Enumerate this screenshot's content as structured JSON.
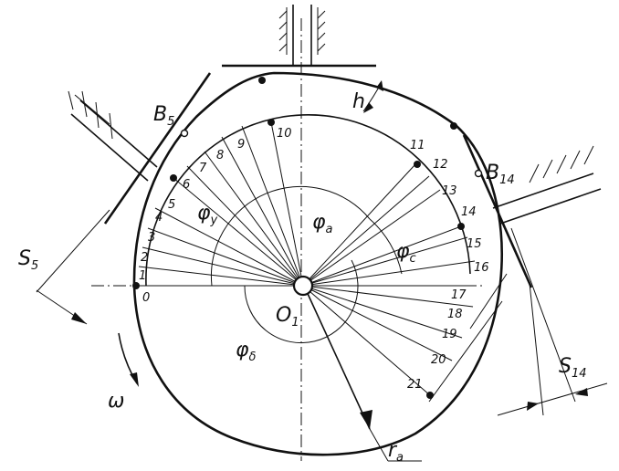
{
  "ray_labels": [
    "0",
    "1",
    "2",
    "3",
    "4",
    "5",
    "6",
    "7",
    "8",
    "9",
    "10",
    "11",
    "12",
    "13",
    "14",
    "15",
    "16",
    "17",
    "18",
    "19",
    "20",
    "21"
  ],
  "labels": {
    "center": "O",
    "center_sub": "1",
    "phi": "φ",
    "phi_a_sub": "a",
    "phi_y_sub": "y",
    "phi_c_sub": "c",
    "phi_d_sub": "δ",
    "omega": "ω",
    "h": "h",
    "B": "B",
    "B5_sub": "5",
    "B14_sub": "14",
    "S": "S",
    "S5_sub": "5",
    "S14_sub": "14",
    "r": "r",
    "r_sub": "a"
  }
}
